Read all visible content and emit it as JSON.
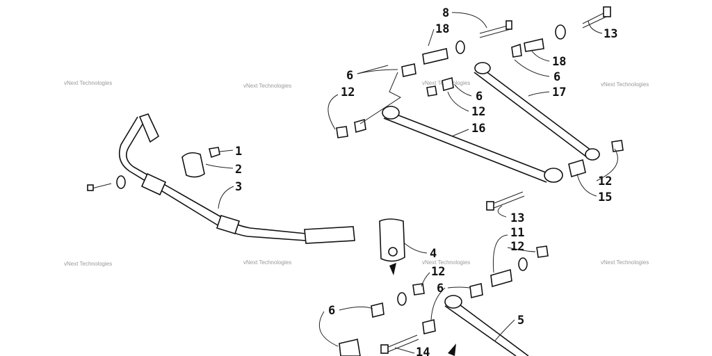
{
  "watermark": "vNext Technologies",
  "callouts": [
    "1",
    "2",
    "3",
    "4",
    "5",
    "6",
    "8",
    "11",
    "12",
    "13",
    "14",
    "15",
    "16",
    "17",
    "18"
  ]
}
